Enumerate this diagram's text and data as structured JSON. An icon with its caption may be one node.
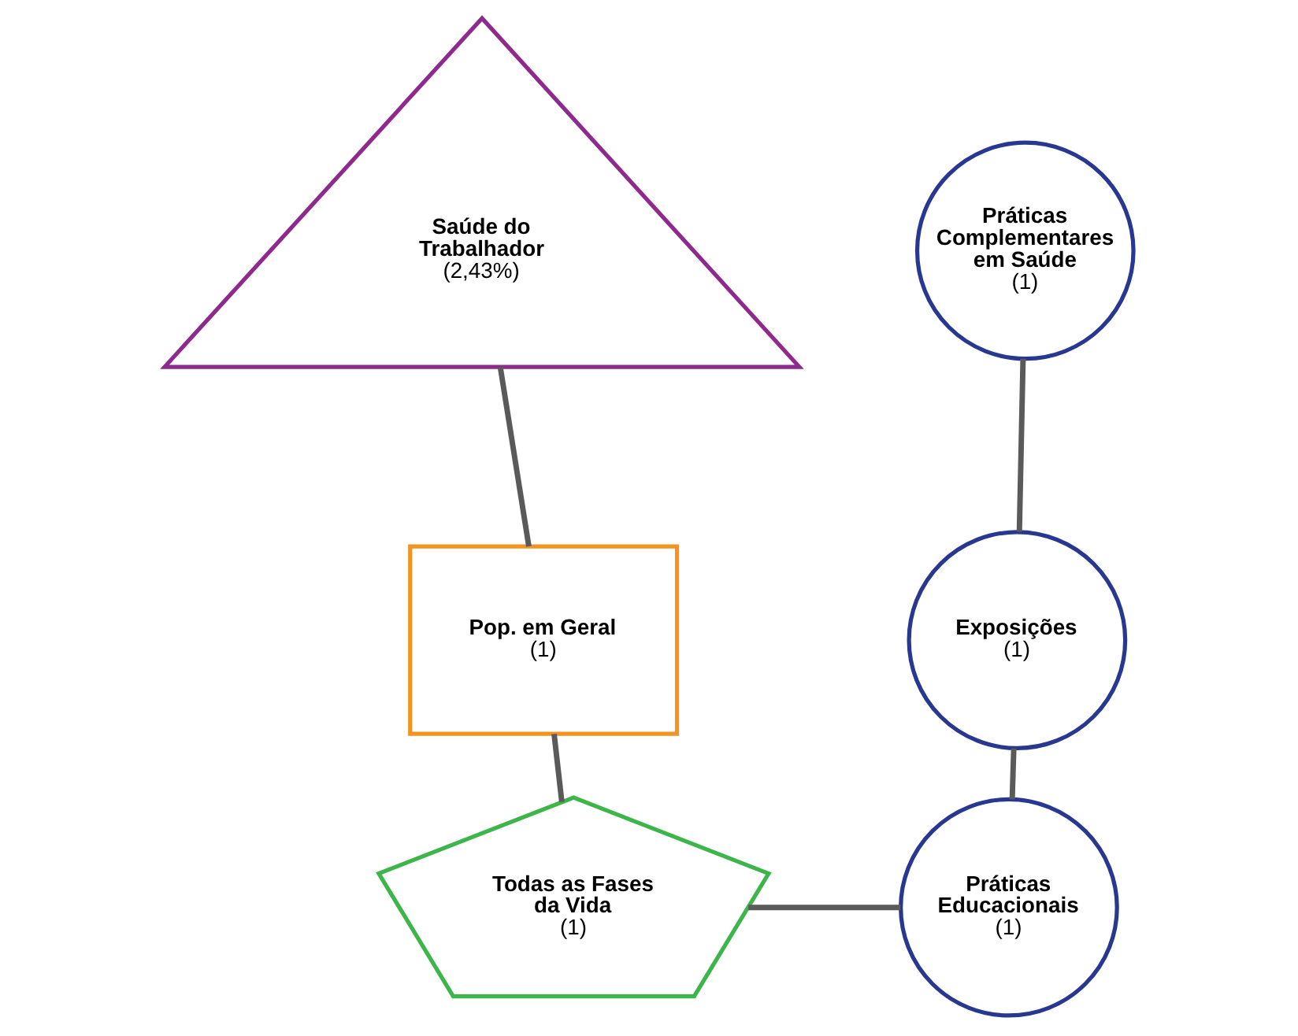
{
  "diagram": {
    "nodes": [
      {
        "text": [
          "Saúde do Trabalhador",
          "(2,43%)"
        ]
      },
      {
        "text": [
          "Pop. em Geral",
          "(1)"
        ]
      },
      {
        "text": [
          "Todas as Fases da Vida",
          "(1)"
        ]
      },
      {
        "text": [
          "Práticas Complementares em Saúde",
          "(1)"
        ]
      },
      {
        "text": [
          "Exposições",
          "(1)"
        ]
      },
      {
        "text": [
          "Práticas Educacionais",
          "(1)"
        ]
      }
    ],
    "edges": [
      {
        "from": 0,
        "to": 1,
        "arrow": "none"
      },
      {
        "from": 1,
        "to": 2,
        "arrow": "none"
      },
      {
        "from": 2,
        "to": 5,
        "arrow": "none"
      },
      {
        "from": 3,
        "to": 4,
        "arrow": "none"
      },
      {
        "from": 4,
        "to": 5,
        "arrow": "none"
      }
    ]
  }
}
